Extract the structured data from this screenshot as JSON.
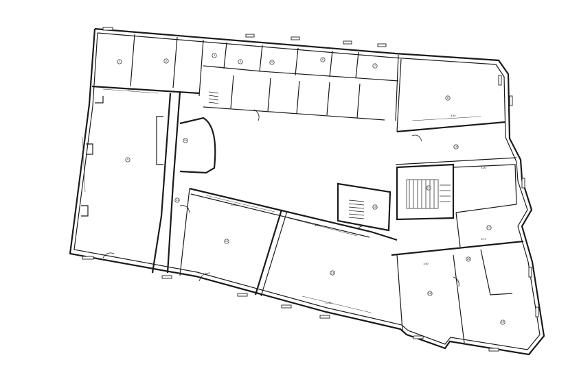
{
  "rooms": [
    "1",
    "2",
    "3",
    "4",
    "5",
    "6",
    "7",
    "8",
    "9",
    "10",
    "11",
    "12",
    "13",
    "14",
    "15",
    "16",
    "17",
    "18",
    "19",
    "20"
  ],
  "dimensions": [
    "10.00",
    "10.00",
    "8.98",
    "8.40",
    "10.60",
    "4.00",
    "6.75",
    "4.60"
  ]
}
